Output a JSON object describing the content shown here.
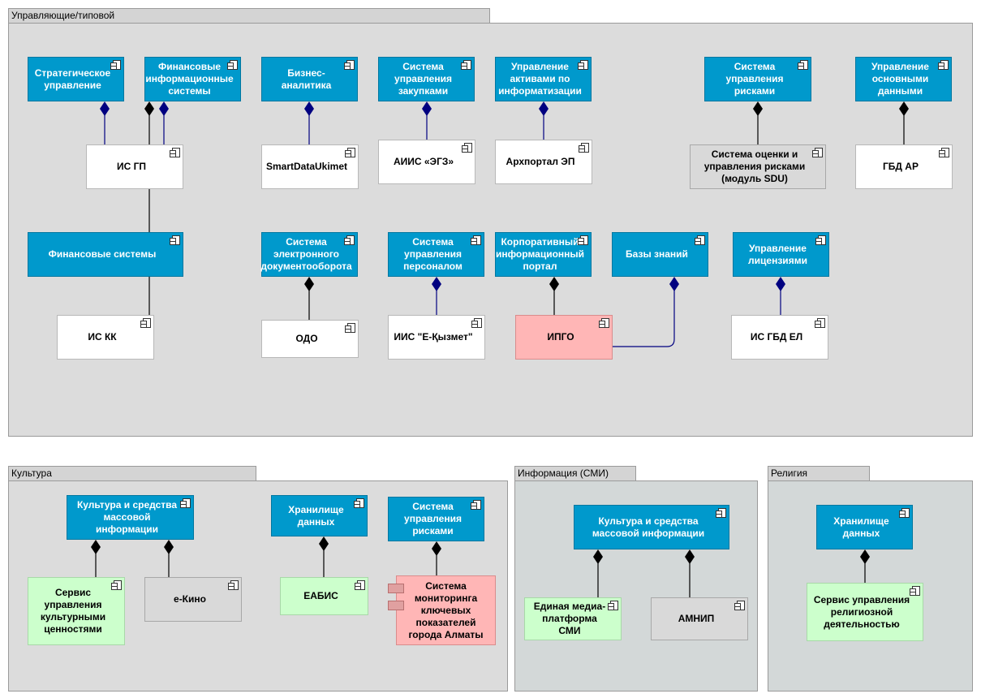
{
  "packages": {
    "mgmt": "Управляющие/типовой",
    "culture": "Культура",
    "info": "Информация (СМИ)",
    "religion": "Религия"
  },
  "components": {
    "strategic": "Стратегическое управление",
    "fin_info": "Финансовые информационные системы",
    "bi": "Бизнес-аналитика",
    "procurement": "Система управления закупками",
    "assets": "Управление активами по информатизации",
    "risk_mgmt": "Система управления рисками",
    "master_data": "Управление основными данными",
    "is_gp": "ИС ГП",
    "smartdata": "SmartDataUkimet",
    "aiis": "АИИС «ЭГЗ»",
    "archportal": "Архпортал ЭП",
    "sdu": "Система оценки и управления рисками (модуль SDU)",
    "gbd_ar": "ГБД АР",
    "fin_systems": "Финансовые системы",
    "edms": "Система электронного документооборота",
    "hr": "Система управления персоналом",
    "corp_portal": "Корпоративный информационный портал",
    "knowledge": "Базы знаний",
    "licenses": "Управление лицензиями",
    "is_kk": "ИС КК",
    "odo": "ОДО",
    "iis_ek": "ИИС \"Е-Қызмет\"",
    "ipgo": "ИПГО",
    "is_gbd_el": "ИС ГБД ЕЛ",
    "culture_media": "Культура и средства массовой информации",
    "storage": "Хранилище данных",
    "risk_mgmt2": "Система управления рисками",
    "heritage": "Сервис управления культурными ценностями",
    "ekino": "е-Кино",
    "eabis": "ЕАБИС",
    "monitoring": "Система мониторинга ключевых показателей города Алматы",
    "culture_media2": "Культура и средства массовой информации",
    "media_platform": "Единая медиа-платформа СМИ",
    "amnip": "АМНИП",
    "storage2": "Хранилище данных",
    "religion_service": "Сервис управления религиозной деятельностью"
  },
  "colors": {
    "component_blue": "#0099cc",
    "external_gray": "#d9d9d9",
    "new_pink": "#ffb6b6",
    "planned_green": "#ccffcc",
    "link_navy": "#000080",
    "link_black": "#000000"
  }
}
